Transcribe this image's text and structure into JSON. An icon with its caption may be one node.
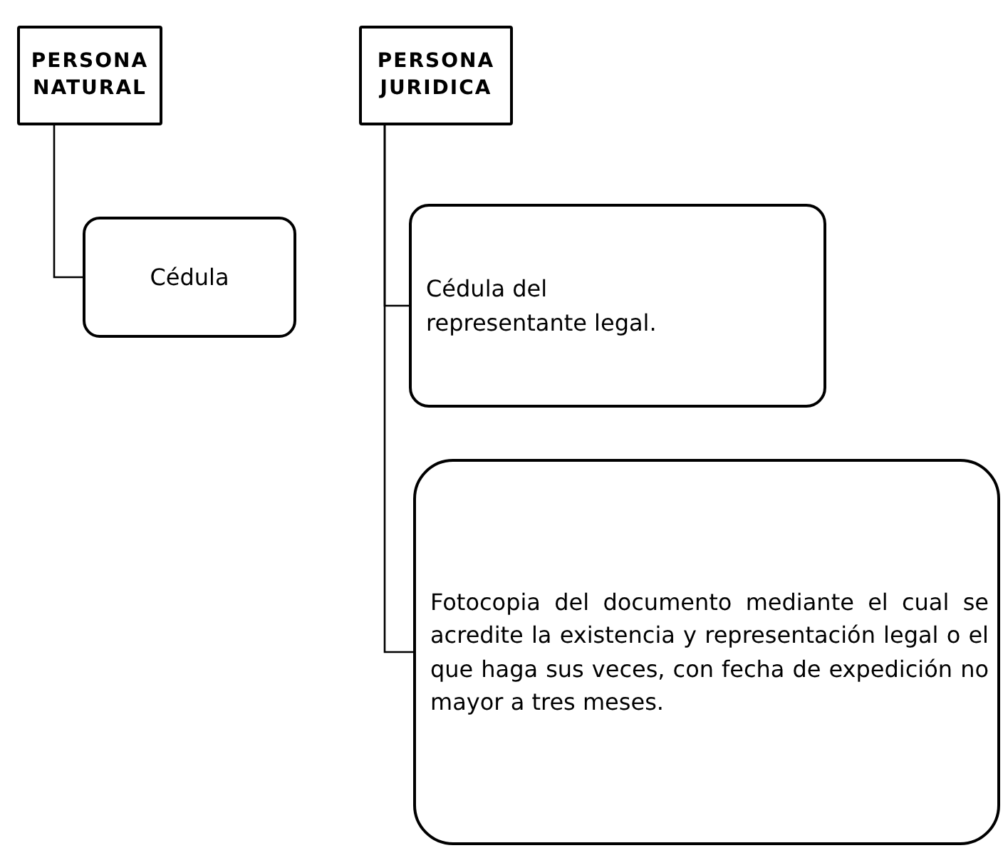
{
  "diagram": {
    "nodes": [
      {
        "text": [
          "PERSONA NATURAL"
        ]
      },
      {
        "text": [
          "PERSONA JURIDICA"
        ]
      },
      {
        "text": [
          "Cédula"
        ]
      },
      {
        "text": [
          "Cédula del representante  legal."
        ]
      },
      {
        "text": [
          "Fotocopia del documento mediante el cual se acredite la existencia y representación legal o el que haga sus veces, con fecha de expedición no mayor a tres meses."
        ]
      }
    ],
    "edges": [
      {
        "from": 0,
        "to": 2,
        "arrow": "none"
      },
      {
        "from": 1,
        "to": 3,
        "arrow": "none"
      },
      {
        "from": 1,
        "to": 4,
        "arrow": "none"
      }
    ]
  }
}
